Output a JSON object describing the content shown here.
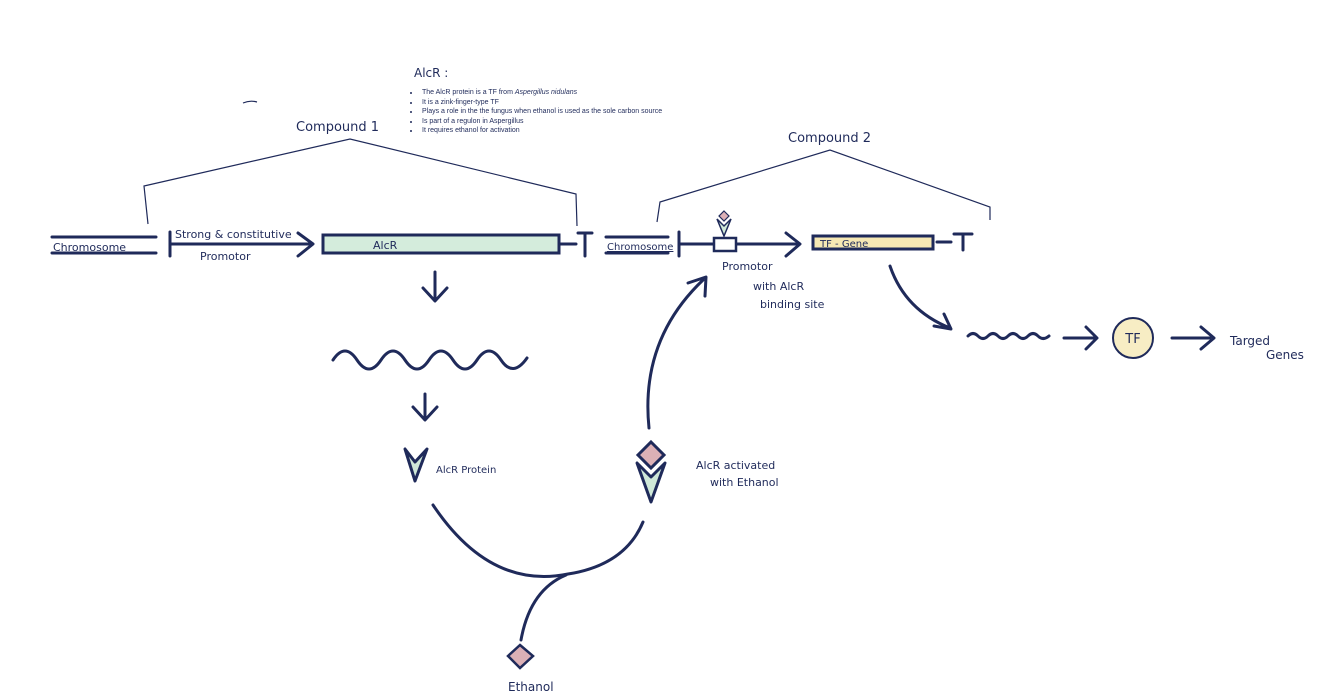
{
  "colors": {
    "ink": "#1f2a5a",
    "gene_fill": "#d4ecdc",
    "tf_gene_fill": "#f6e8b4",
    "tf_circle_fill": "#f7edc4",
    "ethanol_fill": "#dcb0b6",
    "protein_fill": "#cfe8d8"
  },
  "note": {
    "title": "AlcR :",
    "items": [
      {
        "text": "The AlcR protein is a TF from ",
        "italic": "Aspergillus nidulans"
      },
      {
        "text": "It is a zink-finger-type TF",
        "italic": ""
      },
      {
        "text": "Plays a role in the the fungus when ethanol is used as the sole carbon source",
        "italic": ""
      },
      {
        "text": "Is part of a regulon in Aspergillus",
        "italic": ""
      },
      {
        "text": "It requires ethanol for activation",
        "italic": ""
      }
    ]
  },
  "compound1": {
    "label": "Compound 1",
    "chromosome": "Chromosome",
    "promoter_line1": "Strong & constitutive",
    "promoter_line2": "Promotor",
    "gene": "AlcR",
    "terminator": "T"
  },
  "compound2": {
    "label": "Compound 2",
    "chromosome": "Chromosome",
    "promoter_line1": "Promotor",
    "promoter_line2": "with AlcR",
    "promoter_line3": "binding site",
    "gene": "TF - Gene",
    "terminator": "T"
  },
  "pathway": {
    "protein_label": "AlcR Protein",
    "activated_line1": "AlcR activated",
    "activated_line2": "with Ethanol",
    "ethanol": "Ethanol",
    "tf": "TF",
    "target_line1": "Targed",
    "target_line2": "Genes"
  }
}
